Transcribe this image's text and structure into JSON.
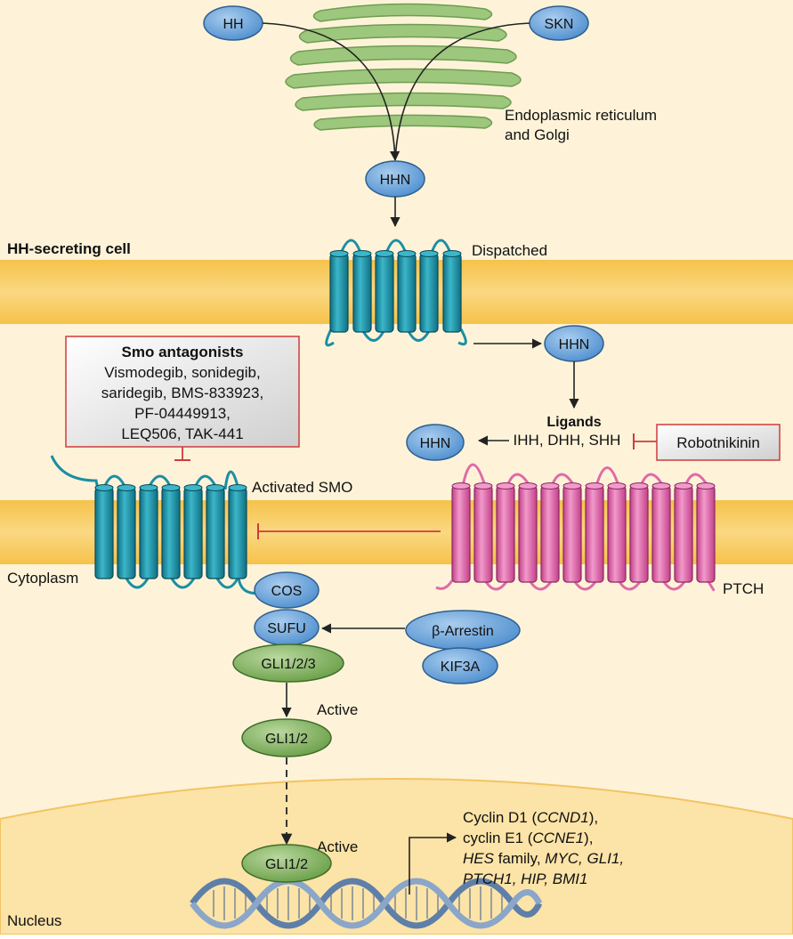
{
  "labels": {
    "hh": "HH",
    "skn": "SKN",
    "er_golgi_line1": "Endoplasmic reticulum",
    "er_golgi_line2": "and Golgi",
    "hhn_top": "HHN",
    "hh_secreting_cell": "HH-secreting cell",
    "dispatched": "Dispatched",
    "hhn_mid": "HHN",
    "hhn_bound": "HHN",
    "ligands_title": "Ligands",
    "ligands_list": "IHH, DHH, SHH",
    "robotnikinin": "Robotnikinin",
    "activated_smo": "Activated SMO",
    "cytoplasm": "Cytoplasm",
    "ptch": "PTCH",
    "cos": "COS",
    "sufu": "SUFU",
    "gli123": "GLI1/2/3",
    "beta_arrestin": "β-Arrestin",
    "kif3a": "KIF3A",
    "active_1": "Active",
    "gli12_a": "GLI1/2",
    "active_2": "Active",
    "gli12_b": "GLI1/2",
    "nucleus": "Nucleus"
  },
  "smo_antagonists": {
    "title": "Smo antagonists",
    "lines": [
      "Vismodegib, sonidegib,",
      "saridegib, BMS-833923,",
      "PF-04449913,",
      "LEQ506, TAK-441"
    ]
  },
  "targets": {
    "line1_a": "Cyclin D1 (",
    "line1_i": "CCND1",
    "line1_b": "),",
    "line2_a": "cyclin E1 (",
    "line2_i": "CCNE1",
    "line2_b": "),",
    "line3_i1": "HES",
    "line3_a": " family, ",
    "line3_i2": "MYC, GLI1,",
    "line4_i": "PTCH1, HIP, BMI1"
  },
  "colors": {
    "membrane": "#f7c74f",
    "cytoplasm_bg": "#fef3d9",
    "nucleus_bg": "#fce7b6",
    "blue_oval": "#6fa8dc",
    "green_oval": "#8cba6a",
    "teal_receptor": "#1b8ea4",
    "pink_receptor": "#e06aa8",
    "inhibit_red": "#d13a3a",
    "golgi_green": "#9cc77c"
  }
}
